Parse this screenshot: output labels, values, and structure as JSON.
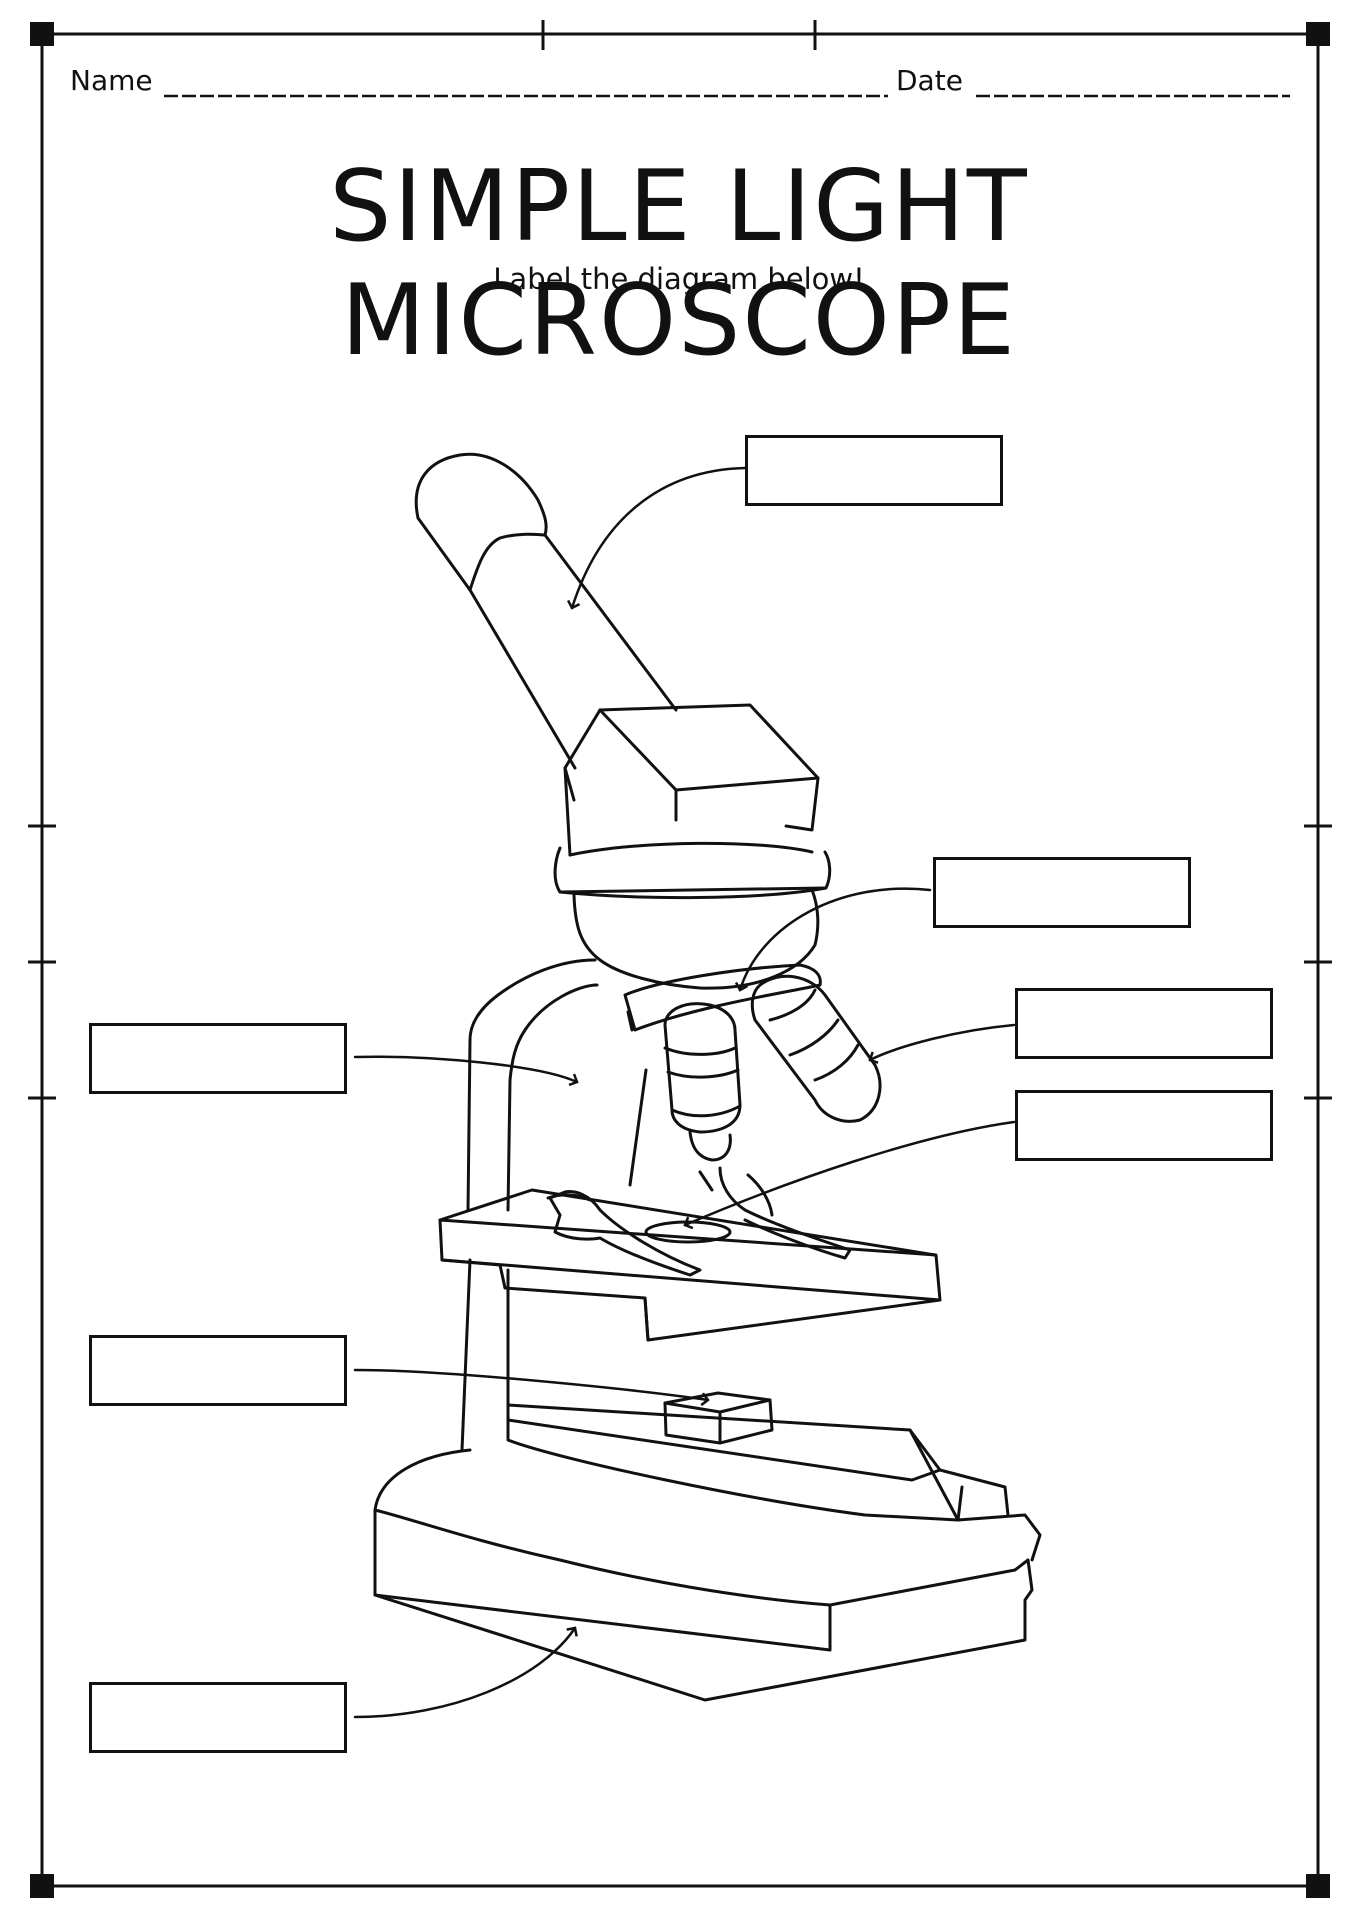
{
  "worksheet": {
    "name_label": "Name",
    "date_label": "Date",
    "title": "SIMPLE LIGHT MICROSCOPE",
    "subtitle": "Label the diagram below!"
  }
}
